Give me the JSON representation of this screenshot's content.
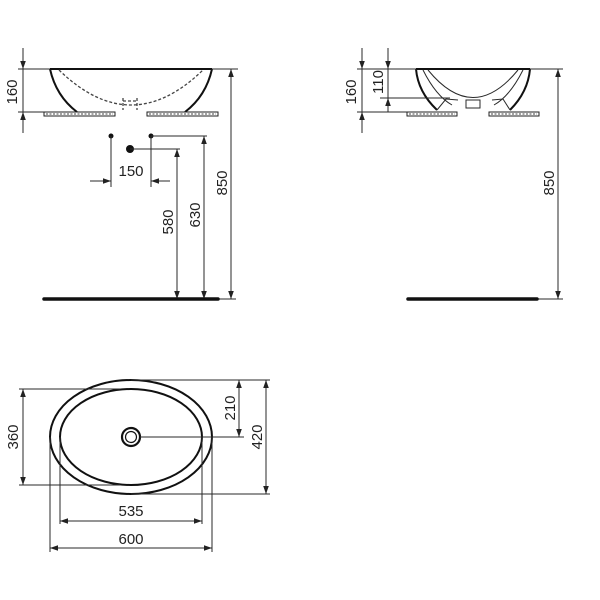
{
  "diagram": {
    "type": "technical-drawing",
    "subject": "oval countertop washbasin",
    "units": "mm",
    "colors": {
      "line": "#2a2a2a",
      "outline": "#111111",
      "background": "#ffffff"
    }
  },
  "front_view": {
    "basin_height": "160",
    "tap_spacing": "150",
    "waste_height": "580",
    "supply_height": "630",
    "rim_height": "850"
  },
  "side_view": {
    "basin_height": "160",
    "inner_depth": "110",
    "rim_height": "850"
  },
  "plan_view": {
    "inner_depth_dim": "360",
    "waste_offset": "210",
    "outer_depth": "420",
    "inner_width": "535",
    "outer_width": "600"
  }
}
